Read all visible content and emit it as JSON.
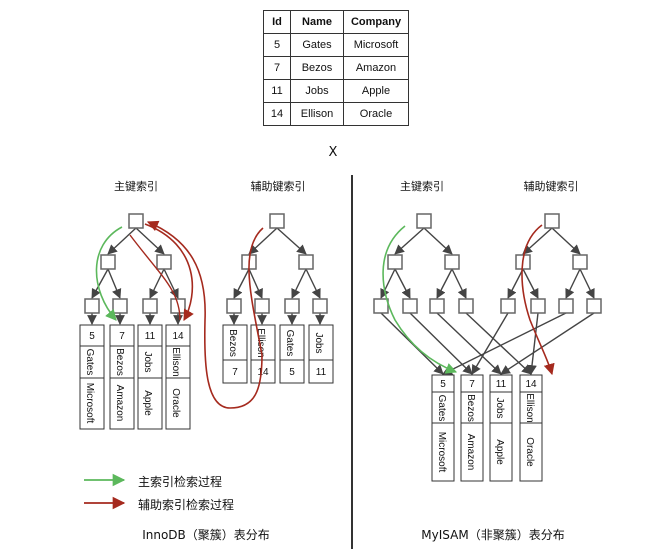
{
  "table": {
    "headers": [
      "Id",
      "Name",
      "Company"
    ],
    "rows": [
      [
        "5",
        "Gates",
        "Microsoft"
      ],
      [
        "7",
        "Bezos",
        "Amazon"
      ],
      [
        "11",
        "Jobs",
        "Apple"
      ],
      [
        "14",
        "Ellison",
        "Oracle"
      ]
    ]
  },
  "x_mark": "X",
  "innodb": {
    "primary_label": "主键索引",
    "secondary_label": "辅助键索引",
    "caption": "InnoDB（聚簇）表分布",
    "primary_leaves": [
      {
        "id": "5",
        "name": "Gates",
        "company": "Microsoft"
      },
      {
        "id": "7",
        "name": "Bezos",
        "company": "Amazon"
      },
      {
        "id": "11",
        "name": "Jobs",
        "company": "Apple"
      },
      {
        "id": "14",
        "name": "Ellison",
        "company": "Oracle"
      }
    ],
    "secondary_leaves": [
      {
        "name": "Bezos",
        "id": "7"
      },
      {
        "name": "Ellison",
        "id": "14"
      },
      {
        "name": "Gates",
        "id": "5"
      },
      {
        "name": "Jobs",
        "id": "11"
      }
    ]
  },
  "myisam": {
    "primary_label": "主键索引",
    "secondary_label": "辅助键索引",
    "caption": "MyISAM（非聚簇）表分布",
    "rows": [
      {
        "id": "5",
        "name": "Gates",
        "company": "Microsoft"
      },
      {
        "id": "7",
        "name": "Bezos",
        "company": "Amazon"
      },
      {
        "id": "11",
        "name": "Jobs",
        "company": "Apple"
      },
      {
        "id": "14",
        "name": "Ellison",
        "company": "Oracle"
      }
    ]
  },
  "legend": {
    "primary_search": "主索引检索过程",
    "secondary_search": "辅助索引检索过程"
  },
  "colors": {
    "green": "#5cb85c",
    "red": "#a52a1e",
    "node": "#666666",
    "edge": "#444444",
    "divider": "#333333"
  }
}
